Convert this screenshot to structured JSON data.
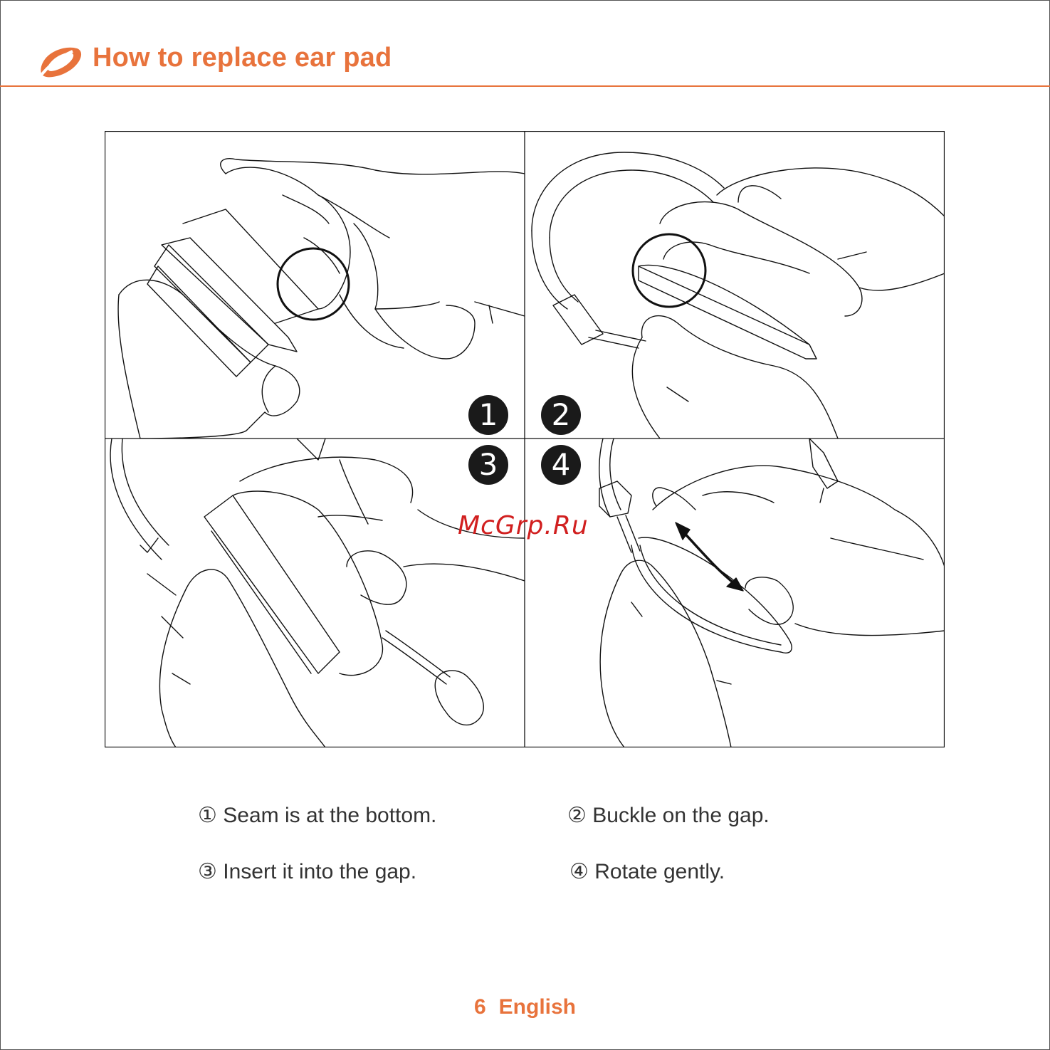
{
  "header": {
    "title": "How to replace ear pad",
    "logo_icon": "brand-swoosh-icon",
    "accent_color": "#e8733c"
  },
  "illustration": {
    "panels": [
      {
        "badge": "1"
      },
      {
        "badge": "2"
      },
      {
        "badge": "3"
      },
      {
        "badge": "4"
      }
    ]
  },
  "watermark": {
    "text": "McGrp.Ru",
    "color": "#d11f1f"
  },
  "steps": [
    {
      "num": "①",
      "text": "Seam is at the bottom."
    },
    {
      "num": "②",
      "text": "Buckle on the gap."
    },
    {
      "num": "③",
      "text": "Insert it into the gap."
    },
    {
      "num": "④",
      "text": "Rotate gently."
    }
  ],
  "footer": {
    "page_number": "6",
    "language": "English"
  }
}
